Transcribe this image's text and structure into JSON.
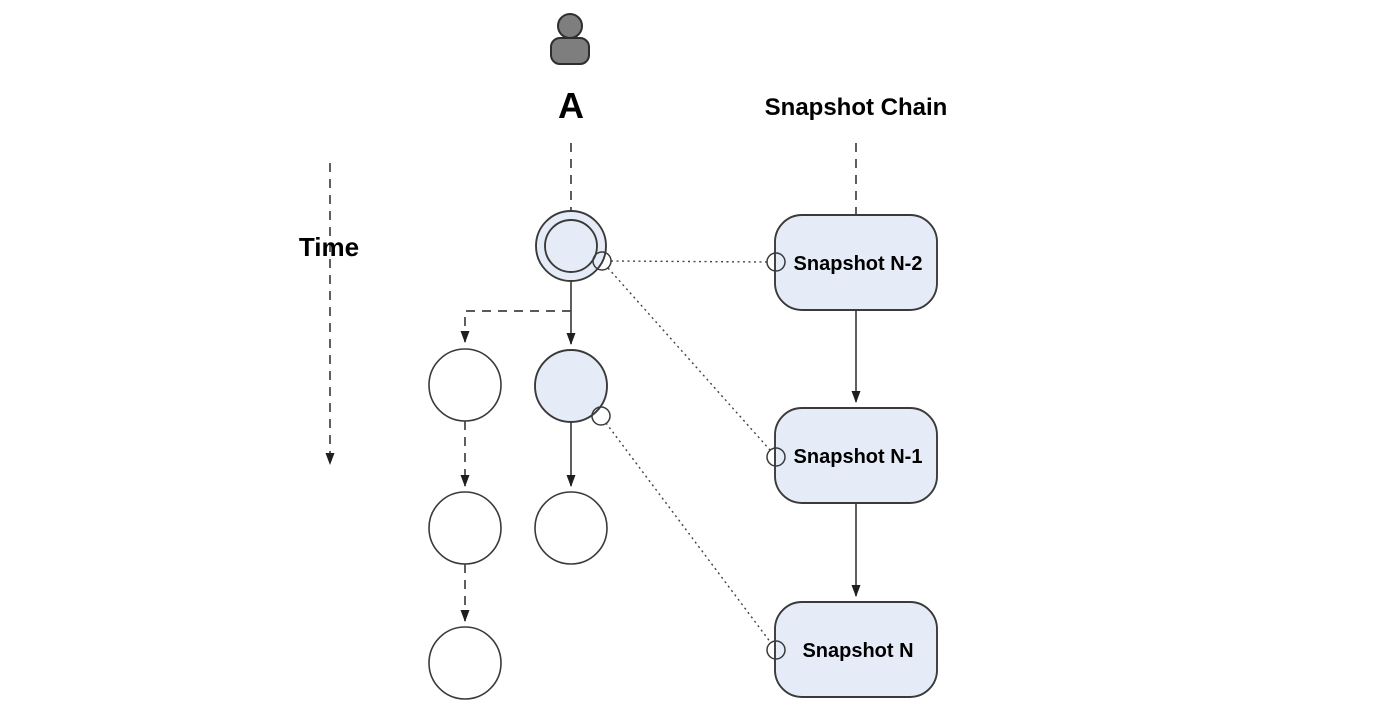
{
  "diagram": {
    "actor_label": "A",
    "time_axis_label": "Time",
    "chain_title": "Snapshot Chain",
    "snapshots": [
      {
        "label": "Snapshot N-2"
      },
      {
        "label": "Snapshot N-1"
      },
      {
        "label": "Snapshot N"
      }
    ],
    "icons": {
      "actor": "person-icon"
    }
  },
  "colors": {
    "background": "#ffffff",
    "node_fill": "#e6ecf7",
    "node_stroke": "#3a3a3a",
    "white_fill": "#ffffff",
    "person_fill": "#7e7e7e",
    "line_color": "#434343",
    "arrow_color": "#1f1f1f",
    "text_color": "#000000"
  }
}
